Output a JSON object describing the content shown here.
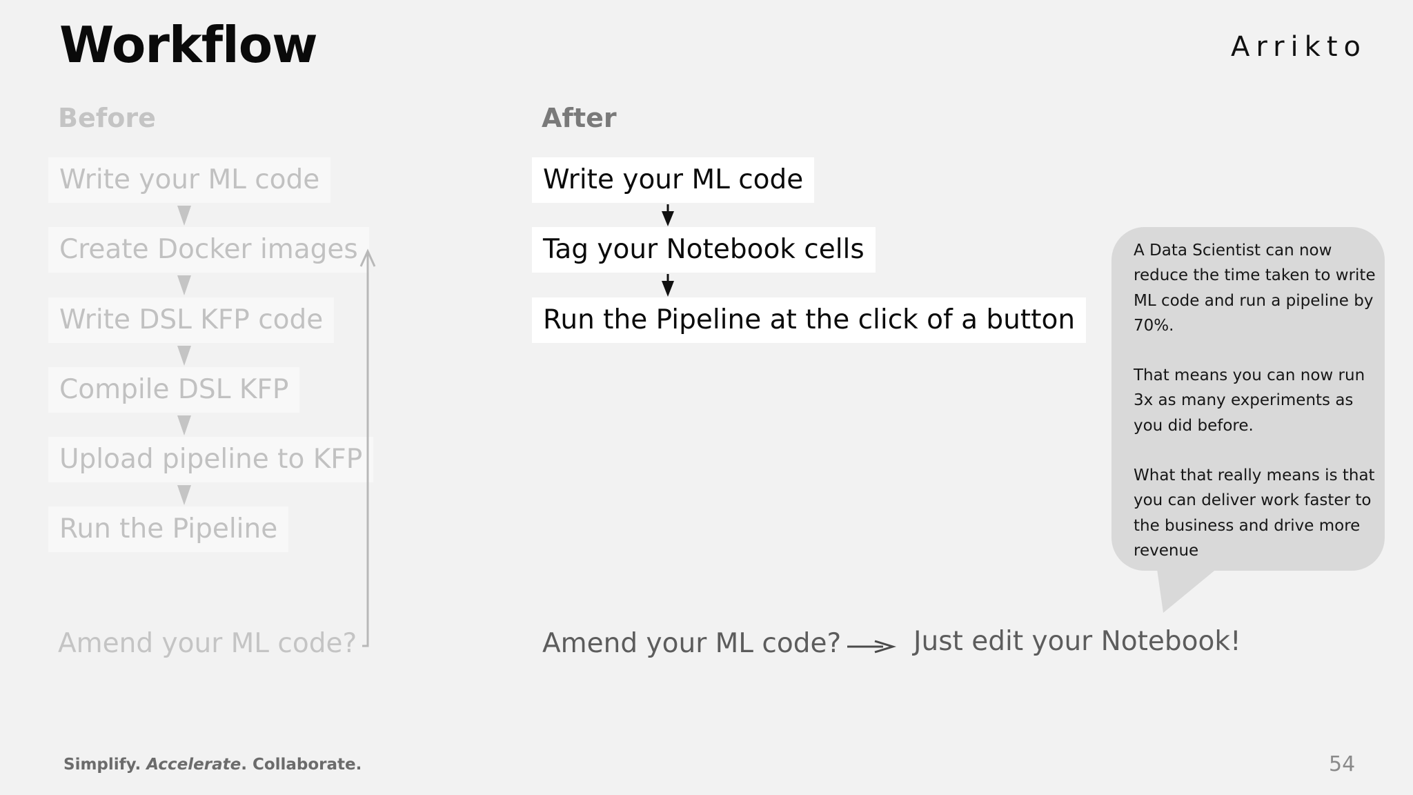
{
  "header": {
    "title": "Workflow",
    "logo": "Arrikto"
  },
  "before": {
    "heading": "Before",
    "steps": [
      "Write your ML code",
      "Create Docker images",
      "Write DSL KFP code",
      "Compile DSL KFP",
      "Upload pipeline to KFP",
      "Run the Pipeline"
    ],
    "amend": "Amend your ML code?"
  },
  "after": {
    "heading": "After",
    "steps": [
      "Write your ML code",
      "Tag your Notebook cells",
      "Run the Pipeline at the click of a button"
    ],
    "amend": "Amend your ML code?",
    "answer": "Just edit your Notebook!"
  },
  "callout": {
    "paragraphs": [
      "A Data Scientist can now reduce the time taken to write ML code and run a pipeline by 70%.",
      "That means you can now run 3x as many experiments as you did before.",
      "What that really means is that you can deliver work faster to the business and drive more revenue"
    ]
  },
  "footer": {
    "tagline_part1": "Simplify.",
    "tagline_part2": "Accelerate",
    "tagline_part3": ". Collaborate.",
    "page_number": "54"
  },
  "colors": {
    "background": "#f2f2f2",
    "before_text": "#c1c1c1",
    "after_text": "#0b0b0b",
    "callout_bg": "#d9d9d9"
  }
}
